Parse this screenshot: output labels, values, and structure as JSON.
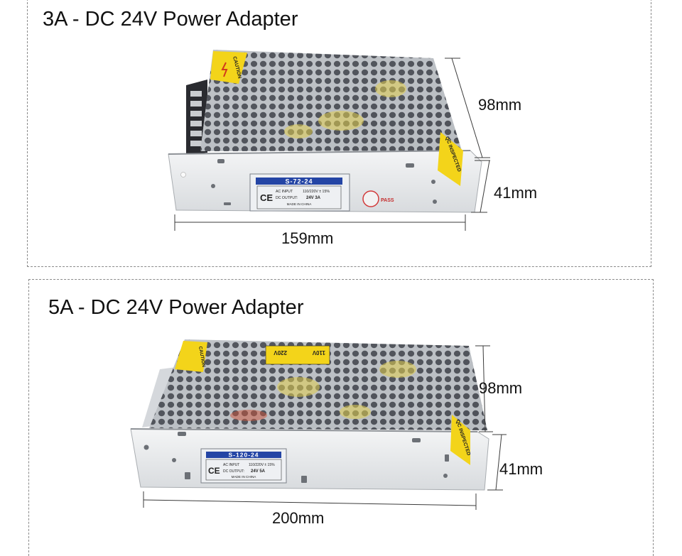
{
  "products": [
    {
      "title": "3A - DC 24V Power Adapter",
      "dimensions": {
        "height": "98mm",
        "depth": "41mm",
        "width": "159mm"
      },
      "label": {
        "model": "S-72-24",
        "ce": "CE",
        "ac_input": "AC INPUT",
        "ac_value": "110/220V ± 15%",
        "dc_output": "DC OUTPUT:",
        "dc_value": "24V  3A",
        "made_in": "MADE IN CHINA",
        "pass": "PASS",
        "caution": "CAUTION",
        "qc": "QC INSPECTED"
      }
    },
    {
      "title": "5A - DC 24V Power Adapter",
      "dimensions": {
        "height": "98mm",
        "depth": "41mm",
        "width": "200mm"
      },
      "label": {
        "model": "S-120-24",
        "ce": "CE",
        "ac_input": "AC INPUT",
        "ac_value": "110/220V ± 15%",
        "dc_output": "DC OUTPUT:",
        "dc_value": "24V  5A",
        "made_in": "MADE IN CHINA",
        "caution": "CAUTION",
        "qc": "QC INSPECTED",
        "switch_left": "220V",
        "switch_right": "110V"
      }
    }
  ],
  "colors": {
    "housing_top": "#cfd3d6",
    "housing_front": "#e9ebed",
    "mesh_holes": "#45464d",
    "caution_yellow": "#f3d41a",
    "label_blue": "#2445a5"
  }
}
